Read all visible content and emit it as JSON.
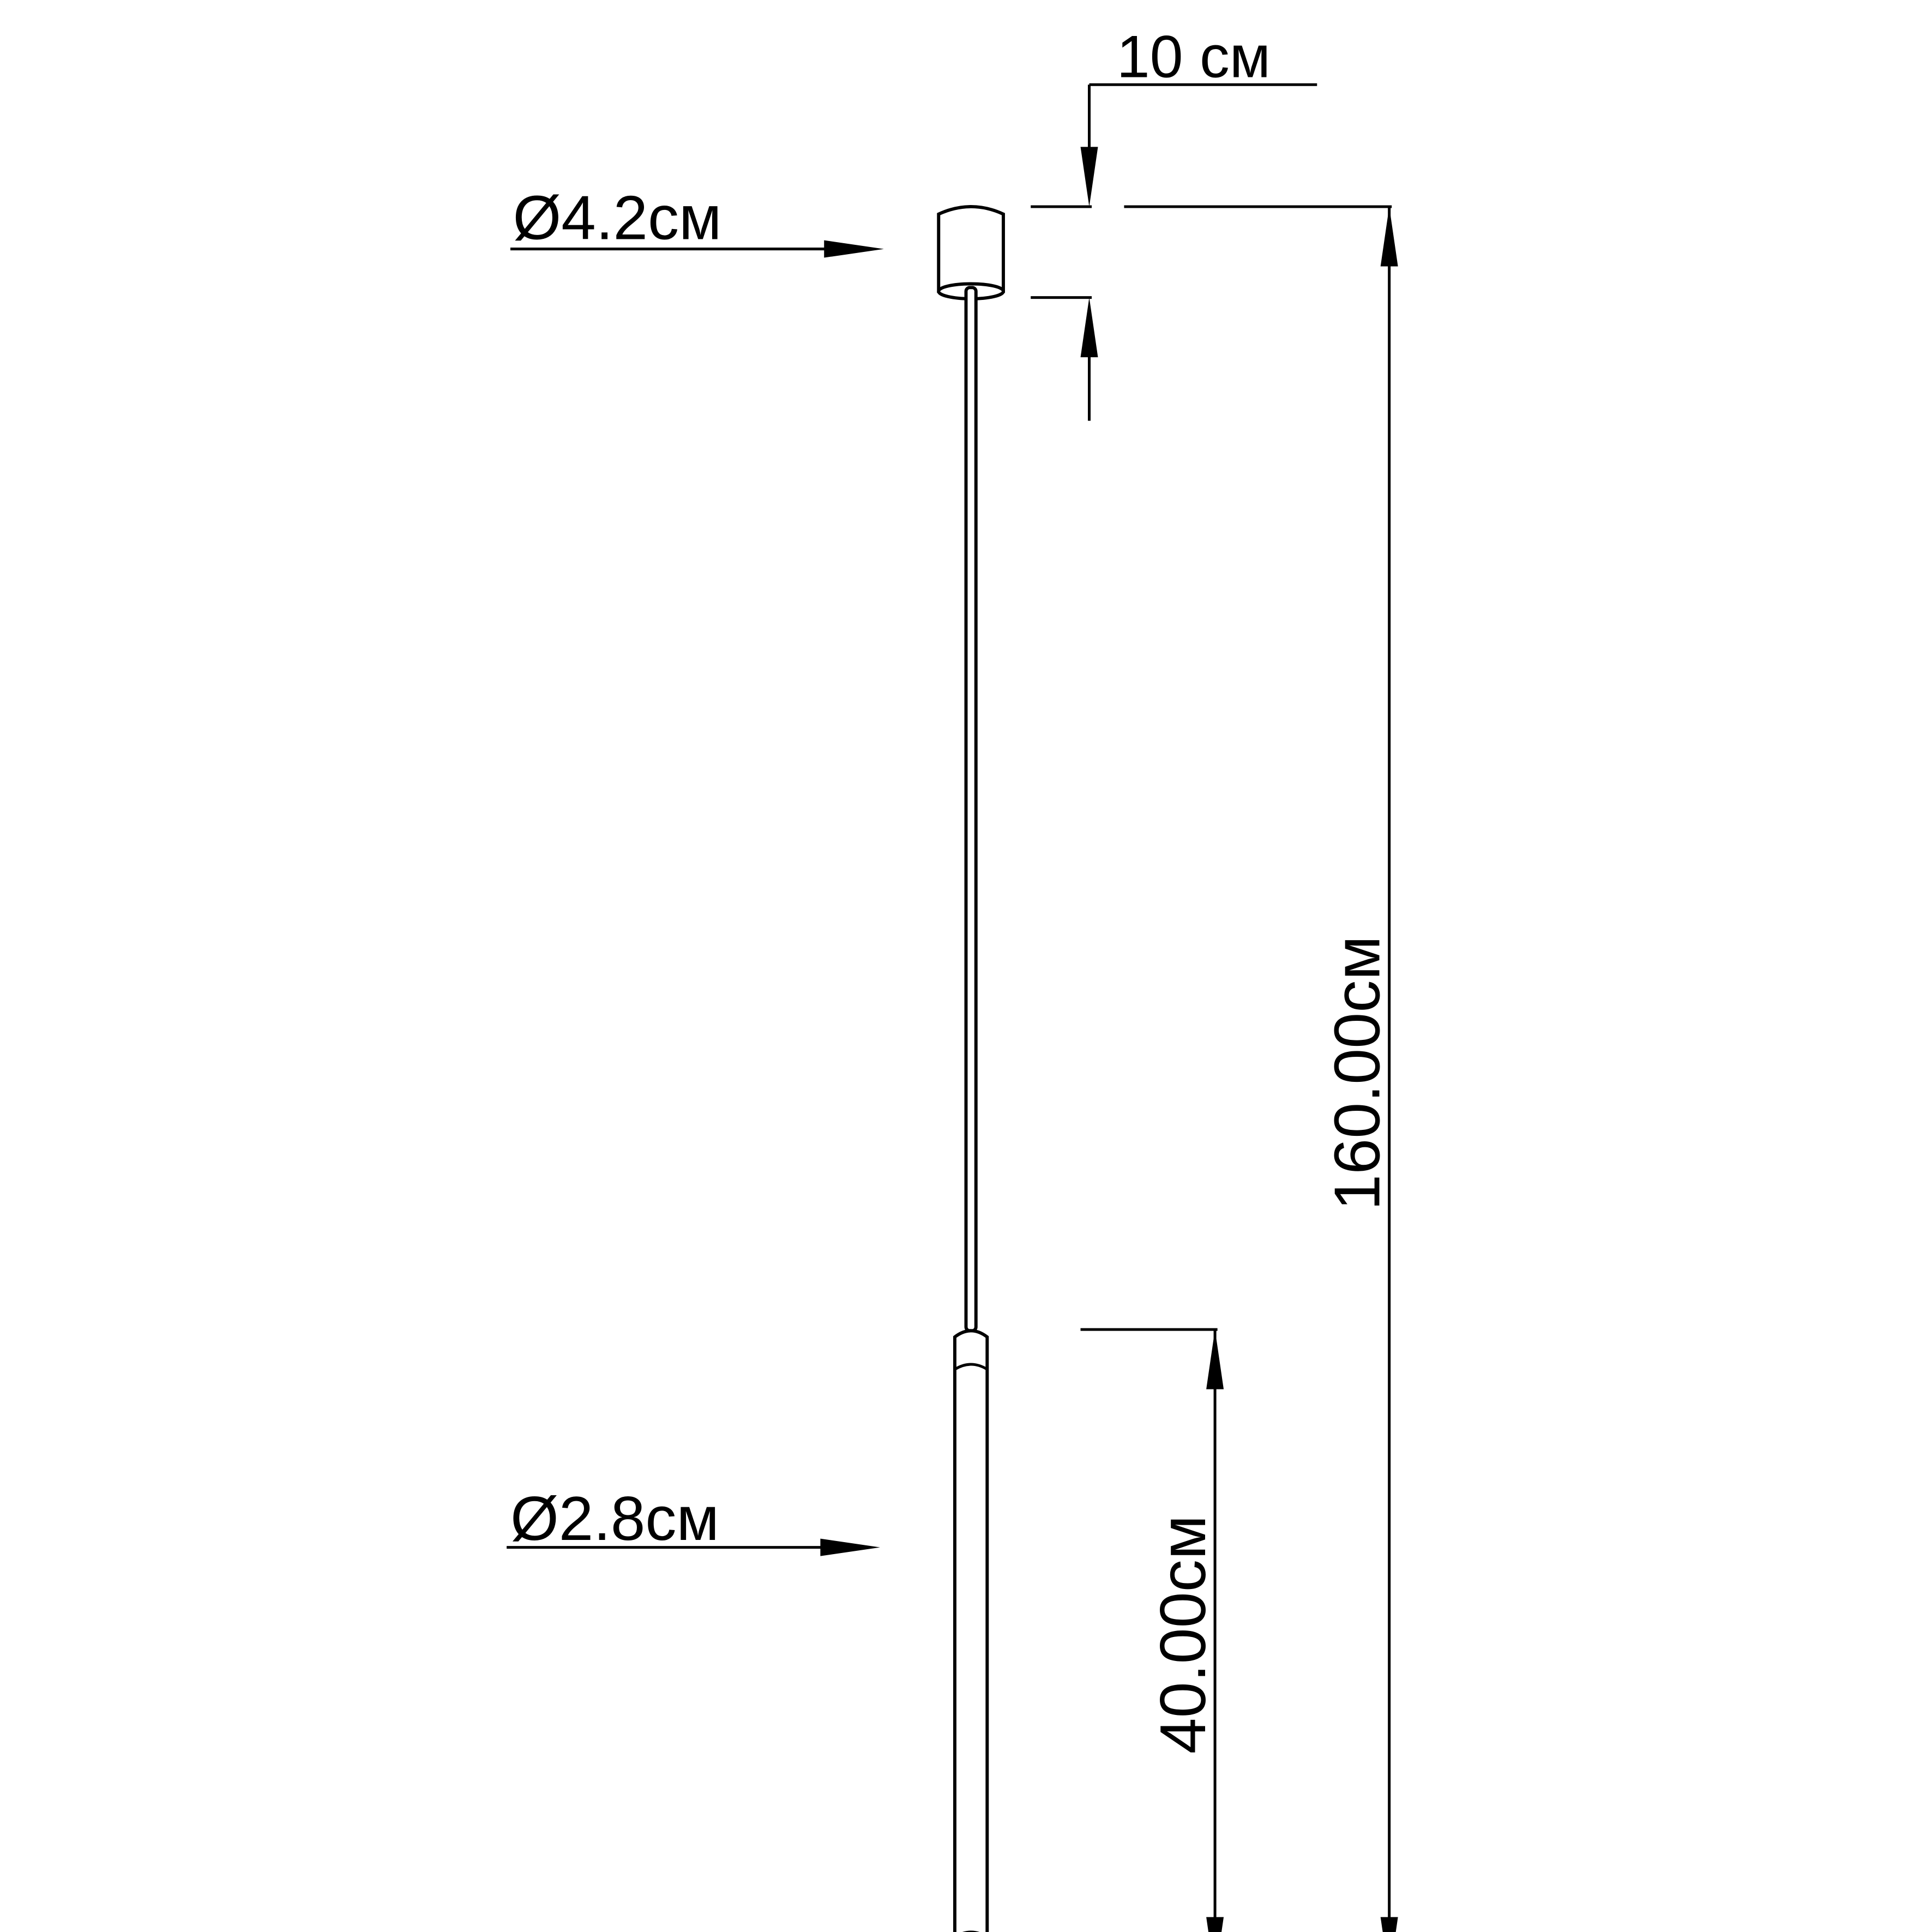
{
  "dimensions": {
    "canopy_diameter": "Ø4.2см",
    "canopy_height": "10 см",
    "total_height": "160.00см",
    "shade_diameter": "Ø2.8см",
    "shade_length": "40.00см"
  },
  "colors": {
    "line": "#000000",
    "background": "#ffffff"
  }
}
